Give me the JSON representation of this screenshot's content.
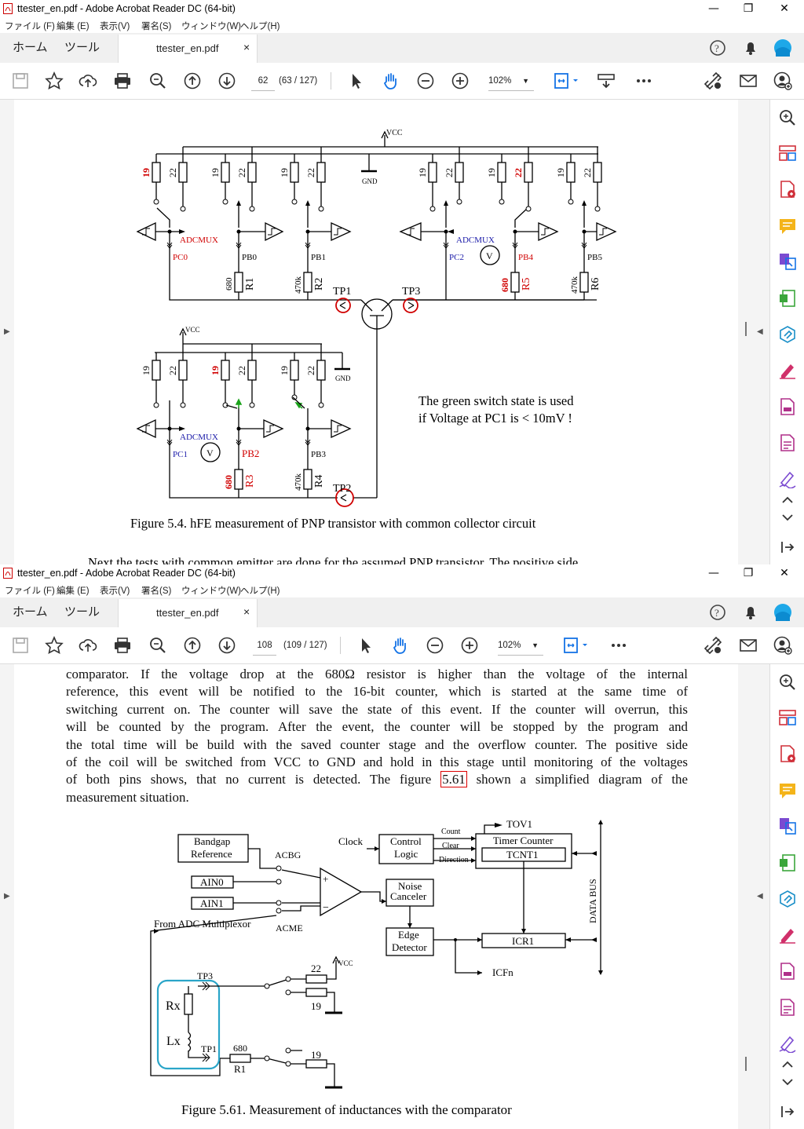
{
  "window1": {
    "title": "ttester_en.pdf - Adobe Acrobat Reader DC (64-bit)",
    "menu": [
      "ファイル (F)",
      "編集 (E)",
      "表示(V)",
      "署名(S)",
      "ウィンドウ(W)",
      "ヘルプ(H)"
    ],
    "tabs": {
      "home": "ホーム",
      "tools": "ツール",
      "doc": "ttester_en.pdf",
      "close": "×"
    },
    "page_number": "62",
    "page_total": "(63 / 127)",
    "zoom": "102%",
    "figure": {
      "vcc": "VCC",
      "gnd": "GND",
      "labels_19": "19",
      "labels_22": "22",
      "adcmux": "ADCMUX",
      "pc0": "PC0",
      "pb0": "PB0",
      "pb1": "PB1",
      "pc2": "PC2",
      "pb4": "PB4",
      "pb5": "PB5",
      "pc1": "PC1",
      "pb2": "PB2",
      "pb3": "PB3",
      "r680": "680",
      "r470k": "470k",
      "r1": "R1",
      "r2": "R2",
      "r3": "R3",
      "r4": "R4",
      "r5": "R5",
      "r6": "R6",
      "tp1": "TP1",
      "tp2": "TP2",
      "tp3": "TP3",
      "v": "V",
      "note1": "The green switch state is used",
      "note2": "if Voltage at PC1 is < 10mV !",
      "caption": "Figure 5.4.  hFE measurement of PNP transistor with common collector circuit"
    },
    "cut_text": "Next the tests with common emitter are done for the assumed PNP transistor.  The positive side"
  },
  "window2": {
    "title": "ttester_en.pdf - Adobe Acrobat Reader DC (64-bit)",
    "menu": [
      "ファイル (F)",
      "編集 (E)",
      "表示(V)",
      "署名(S)",
      "ウィンドウ(W)",
      "ヘルプ(H)"
    ],
    "tabs": {
      "home": "ホーム",
      "tools": "ツール",
      "doc": "ttester_en.pdf",
      "close": "×"
    },
    "page_number": "108",
    "page_total": "(109 / 127)",
    "zoom": "102%",
    "paragraph": [
      "comparator.  If the voltage drop at the 680Ω resistor is higher than the voltage of the internal",
      "reference, this event will be notified to the 16-bit counter, which is started at the same time of",
      "switching current on.  The counter will save the state of this event.  If the counter will overrun, this",
      "will be counted by the program.  After the event, the counter will be stopped by the program and",
      "the total time will be build with the saved counter stage and the overflow counter.  The positive side",
      "of the coil will be switched from VCC to GND and hold in this stage until monitoring of the voltages"
    ],
    "para_line7_a": "of both pins shows, that no current is detected.  The figure",
    "para_ref": "5.61",
    "para_line7_b": "shown a simplified diagram of the",
    "para_last": "measurement situation.",
    "figure": {
      "bandgap1": "Bandgap",
      "bandgap2": "Reference",
      "acbg": "ACBG",
      "ain0": "AIN0",
      "ain1": "AIN1",
      "from_adc": "From ADC Multiplexor",
      "acme": "ACME",
      "plus": "+",
      "minus": "−",
      "clock": "Clock",
      "control1": "Control",
      "control2": "Logic",
      "count": "Count",
      "clear": "Clear",
      "direction": "Direction",
      "tov1": "TOV1",
      "timer": "Timer Counter",
      "tcnt1": "TCNT1",
      "noise1": "Noise",
      "noise2": "Canceler",
      "edge1": "Edge",
      "edge2": "Detector",
      "icr1": "ICR1",
      "icfn": "ICFn",
      "databus": "DATA BUS",
      "tp3": "TP3",
      "tp1": "TP1",
      "rx": "Rx",
      "lx": "Lx",
      "r22": "22",
      "r19a": "19",
      "r19b": "19",
      "r680": "680",
      "r1": "R1",
      "vcc": "VCC"
    },
    "caption": "Figure 5.61.  Measurement of inductances with the comparator"
  },
  "colors": {
    "accent": "#1473e6",
    "red": "#d00000",
    "blue": "#1a1aa8",
    "green": "#1ba31b",
    "cyan": "#2aa5c8",
    "panel_red": "#d0303a"
  }
}
